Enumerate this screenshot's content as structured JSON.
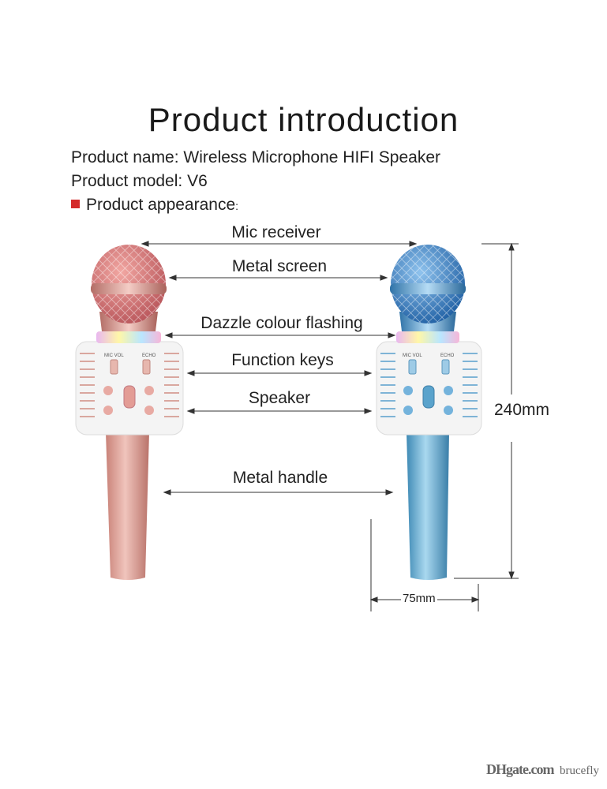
{
  "header": {
    "title": "Product introduction",
    "name_line": "Product name: Wireless Microphone HIFI Speaker",
    "model_line": "Product model: V6",
    "appearance_line": "Product appearance",
    "appearance_colon": ":"
  },
  "callouts": {
    "mic_receiver": "Mic receiver",
    "metal_screen": "Metal screen",
    "dazzle": "Dazzle colour flashing",
    "function_keys": "Function keys",
    "speaker": "Speaker",
    "metal_handle": "Metal handle"
  },
  "dimensions": {
    "height": "240mm",
    "width": "75mm"
  },
  "control_labels": {
    "mic_vol": "MIC VOL",
    "echo": "ECHO"
  },
  "watermark": {
    "logo": "DHgate.com",
    "user": "brucefly"
  },
  "colors": {
    "bullet": "#d42a2a",
    "rose_gold": "#d9998f",
    "blue": "#5aa3cc"
  }
}
